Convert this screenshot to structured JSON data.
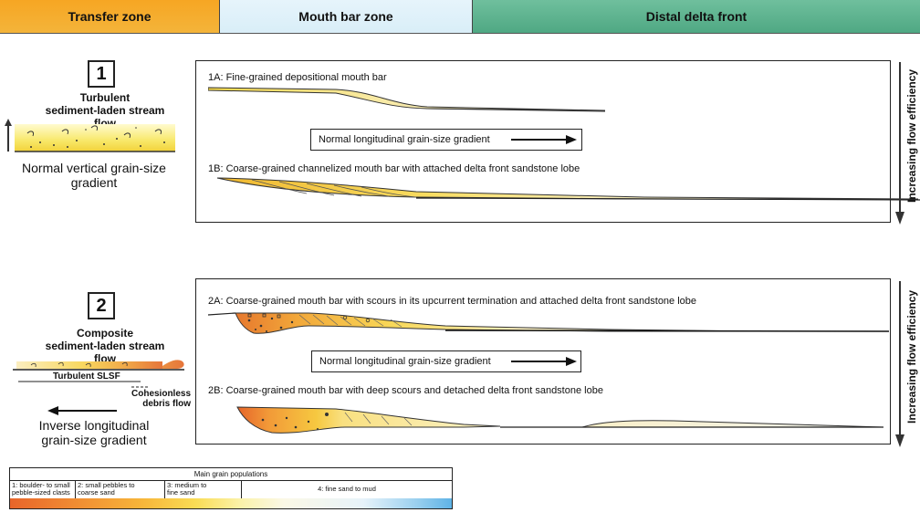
{
  "header": {
    "transfer_zone": "Transfer zone",
    "mouth_bar_zone": "Mouth bar zone",
    "distal_delta_front": "Distal delta front"
  },
  "case1": {
    "number": "1",
    "flow_title": "Turbulent\nsediment-laden stream flow",
    "gradient_note": "Normal vertical grain-size gradient",
    "label_1a": "1A: Fine-grained depositional mouth bar",
    "gradient_box": "Normal longitudinal grain-size gradient",
    "label_1b": "1B: Coarse-grained channelized mouth bar with attached delta front sandstone lobe",
    "efficiency": "Increasing flow efficiency"
  },
  "case2": {
    "number": "2",
    "flow_title": "Composite\nsediment-laden stream flow",
    "turbulent_label": "Turbulent SLSF",
    "cohesionless_label": "Cohesionless\ndebris flow",
    "gradient_note": "Inverse longitudinal\ngrain-size gradient",
    "label_2a": "2A: Coarse-grained mouth bar with scours in its upcurrent termination and attached delta front sandstone lobe",
    "gradient_box": "Normal longitudinal grain-size gradient",
    "label_2b": "2B: Coarse-grained mouth bar with deep scours and detached delta front sandstone lobe",
    "efficiency": "Increasing flow efficiency"
  },
  "legend": {
    "title": "Main grain populations",
    "items": [
      "1: boulder- to small\npebble-sized clasts",
      "2: small pebbles to\ncoarse sand",
      "3: medium to\nfine sand",
      "4: fine sand to mud"
    ]
  },
  "colors": {
    "transfer": "#f6a623",
    "mouth_bar": "#dff1fa",
    "distal": "#5fb08e",
    "coarse": "#e8652a",
    "sand": "#f9dc55",
    "mud": "#5fb3e6"
  }
}
